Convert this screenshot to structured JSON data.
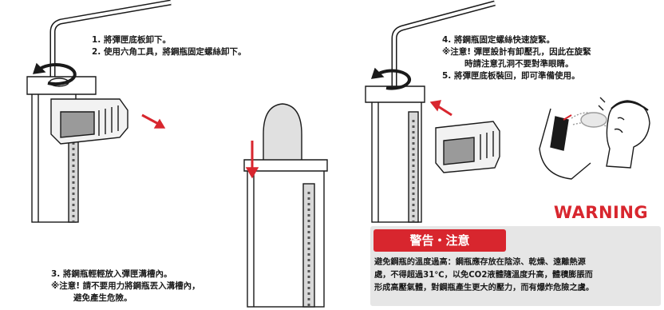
{
  "step1_2": [
    "1. 將彈匣底板卸下。",
    "2. 使用六角工具，將鋼瓶固定螺絲卸下。"
  ],
  "step3": [
    "3. 將鋼瓶輕輕放入彈匣溝槽內。",
    "※注意! 請不要用力將鋼瓶丟入溝槽內，",
    "避免產生危險。"
  ],
  "step4_5": [
    "4. 將鋼瓶固定螺絲快速旋緊。",
    "※注意! 彈匣設計有卸壓孔，因此在旋緊",
    "時請注意孔洞不要對準眼睛。",
    "5. 將彈匣底板裝回，即可準備使用。"
  ],
  "warning_word": "WARNING",
  "caution": {
    "title": "警告・注意",
    "body": [
      "避免鋼瓶的溫度過高：鋼瓶應存放在陰涼、乾燥、遠離熱源",
      "處，不得超過31℃，以免CO2液體隨溫度升高，體積膨脹而",
      "形成高壓氣體，對鋼瓶產生更大的壓力，而有爆炸危險之虞。"
    ]
  },
  "colors": {
    "warning_red": "#d8262e",
    "caution_bg": "#e6e6e6",
    "line_art": "#1a1a1a"
  }
}
